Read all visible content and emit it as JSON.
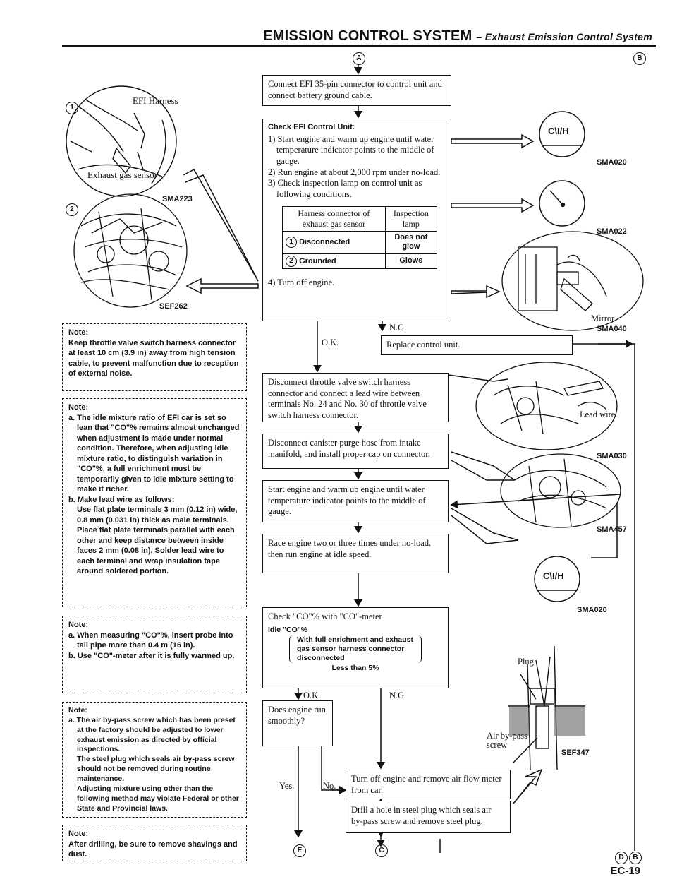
{
  "header": {
    "title": "EMISSION CONTROL SYSTEM",
    "subtitle": "– Exhaust Emission Control System"
  },
  "connectors": {
    "A": "A",
    "B": "B",
    "C": "C",
    "D": "D",
    "E": "E"
  },
  "figures": {
    "fig1_marker": "1",
    "fig2_marker": "2",
    "efi_harness": "EFI Harness",
    "exhaust_gas_sensor": "Exhaust gas sensor",
    "sma223": "SMA223",
    "sef262": "SEF262",
    "sma020_top": "SMA020",
    "sma022": "SMA022",
    "mirror": "Mirror",
    "sma040": "SMA040",
    "lead_wire": "Lead wire",
    "sma030": "SMA030",
    "sma457": "SMA457",
    "sma020_bottom": "SMA020",
    "plug": "Plug",
    "air_bypass_screw": "Air by-pass screw",
    "sef347": "SEF347",
    "gauge_text": "C\\I/H"
  },
  "notes": {
    "n1": {
      "title": "Note:",
      "body": "Keep throttle valve switch harness connector at least 10 cm (3.9 in) away from high tension cable, to prevent malfunction due to reception of external noise."
    },
    "n2": {
      "title": "Note:",
      "a": "a. The idle mixture ratio of EFI car is set so lean that \"CO\"% remains almost unchanged when adjustment is made under normal condition. Therefore, when adjusting idle mixture ratio, to distinguish variation in \"CO\"%, a full enrichment must be temporarily given to idle mixture setting to make it richer.",
      "b": "b. Make lead wire as follows:",
      "b_body": "Use flat plate terminals 3 mm (0.12 in) wide, 0.8 mm (0.031 in) thick as male terminals. Place flat plate terminals parallel with each other and keep distance between inside faces 2 mm (0.08 in). Solder lead wire to each terminal and wrap insulation tape around soldered portion."
    },
    "n3": {
      "title": "Note:",
      "a": "a. When measuring \"CO\"%, insert probe into tail pipe more than 0.4 m (16 in).",
      "b": "b. Use \"CO\"-meter after it is fully warmed up."
    },
    "n4": {
      "title": "Note:",
      "a": "a. The air by-pass screw which has been preset at the factory should be adjusted to lower exhaust emission as directed by official inspections.",
      "p2": "The steel plug which seals air by-pass screw should not be removed during routine maintenance.",
      "p3": "Adjusting mixture using other than the following method may violate Federal or other State and Provincial laws."
    },
    "n5": {
      "title": "Note:",
      "body": "After drilling, be sure to remove shavings and dust."
    }
  },
  "flow": {
    "connect": "Connect EFI 35-pin connector to control unit and connect battery ground cable.",
    "check_title": "Check EFI Control Unit:",
    "check_steps": [
      "1) Start engine and warm up engine until water temperature indicator points to the middle of gauge.",
      "2) Run engine at about 2,000 rpm under no-load.",
      "3) Check inspection lamp on control unit as following conditions."
    ],
    "table_head": [
      "Harness connector of exhaust gas sensor",
      "Inspection lamp"
    ],
    "table_rows": [
      {
        "marker": "1",
        "state": "Disconnected",
        "lamp": "Does not glow"
      },
      {
        "marker": "2",
        "state": "Grounded",
        "lamp": "Glows"
      }
    ],
    "check_step4": "4) Turn off engine.",
    "ok": "O.K.",
    "ng": "N.G.",
    "replace": "Replace control unit.",
    "disconnect_tvs": "Disconnect throttle valve switch harness connector and connect a lead wire between terminals No. 24 and No. 30 of throttle valve switch harness connector.",
    "disconnect_canister": "Disconnect canister purge hose from intake manifold, and install proper cap on connector.",
    "start_engine": "Start engine and warm up engine until water temperature indicator points to the middle of gauge.",
    "race_engine": "Race engine two or three times under no-load, then run engine at idle speed.",
    "check_co_title": "Check \"CO\"% with \"CO\"-meter",
    "idle_co": "Idle \"CO\"%",
    "with_full": "With full enrichment and exhaust gas sensor harness connector disconnected",
    "less_than": "Less than 5%",
    "ok2": "O.K.",
    "ng2": "N.G.",
    "runs_smoothly": "Does engine run smoothly?",
    "yes": "Yes.",
    "no": "No.",
    "turn_off": "Turn off engine and remove air flow meter from car.",
    "drill": "Drill a hole in steel plug which seals air by-pass screw and remove steel plug."
  },
  "page_number": "EC-19"
}
